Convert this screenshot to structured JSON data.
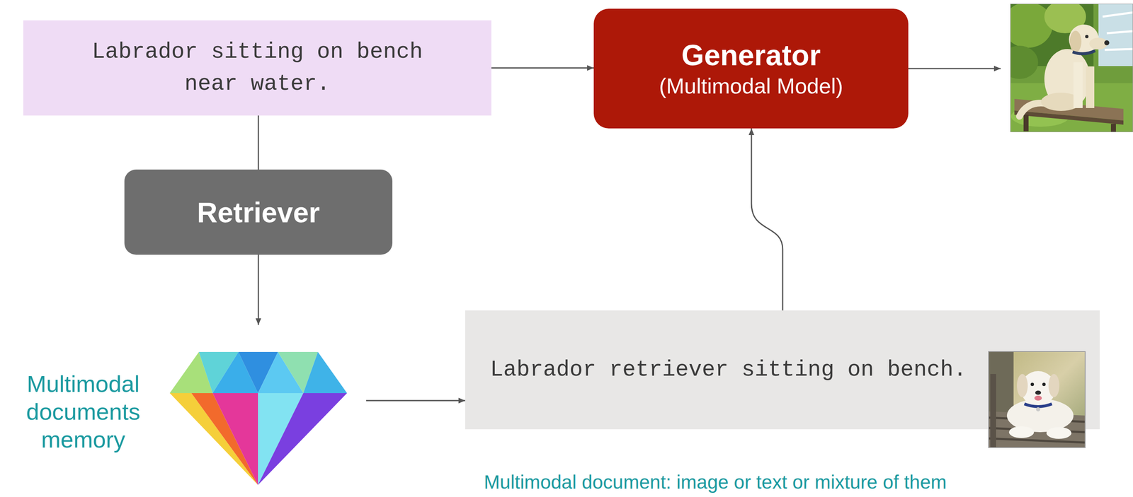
{
  "diagram": {
    "nodes": [
      {
        "text": [
          "Labrador sitting on bench near water."
        ]
      },
      {
        "text": [
          "Generator",
          "(Multimodal Model)"
        ]
      },
      {
        "text": [
          "Retriever"
        ]
      },
      {
        "text": [
          "Multimodal documents memory"
        ]
      },
      {
        "text": [
          "Labrador retriever sitting on bench."
        ]
      }
    ],
    "edges": [
      {
        "from": 0,
        "to": 1,
        "arrow": "to"
      },
      {
        "from": 0,
        "to": 2,
        "arrow": "none"
      },
      {
        "from": 2,
        "to": 3,
        "arrow": "to"
      },
      {
        "from": 3,
        "to": 4,
        "arrow": "to"
      },
      {
        "from": 4,
        "to": 1,
        "arrow": "to"
      }
    ],
    "labels": [
      "Multimodal document: image or text or mixture of them"
    ]
  }
}
